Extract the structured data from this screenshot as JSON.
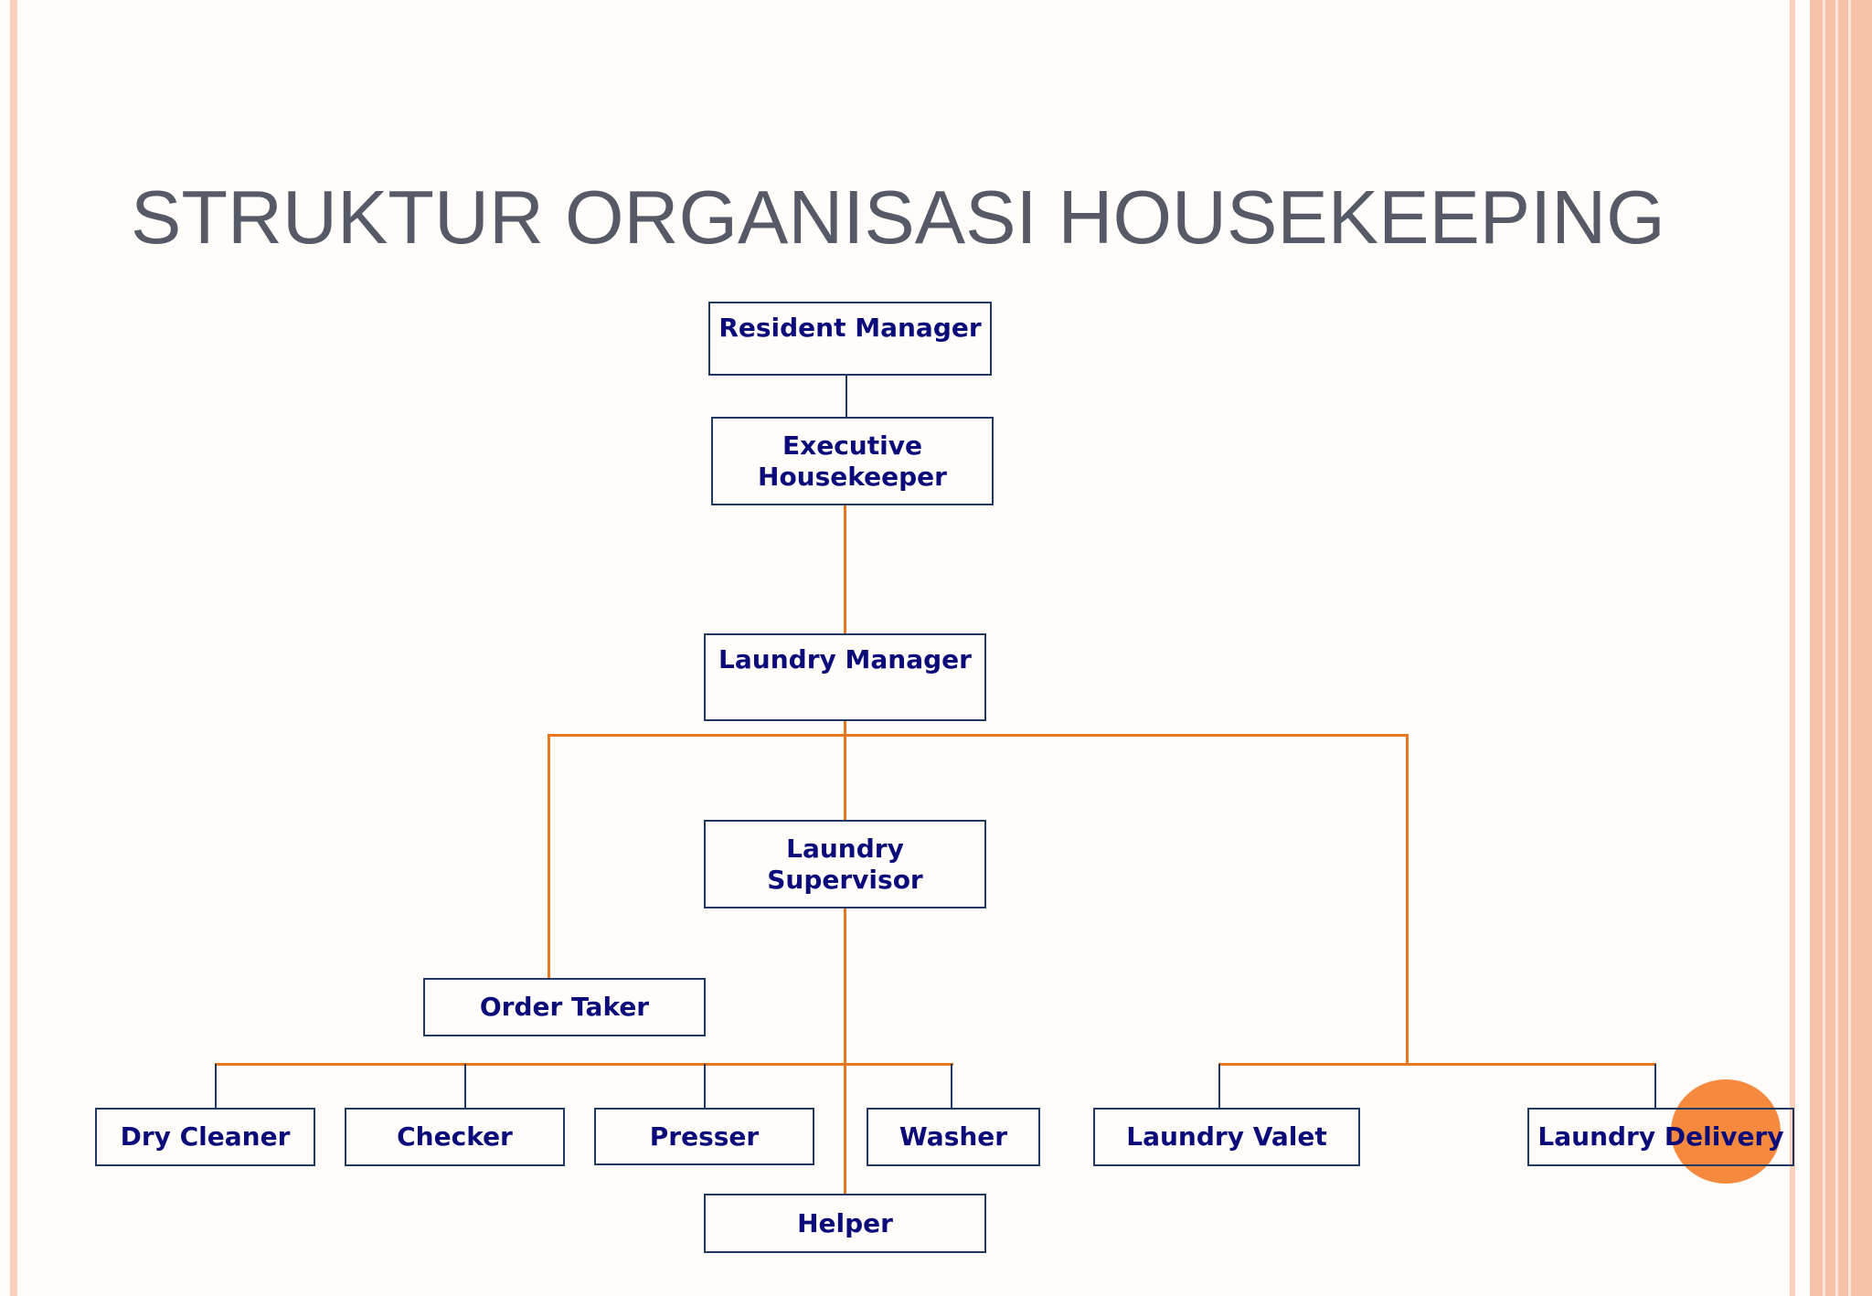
{
  "title": "STRUKTUR ORGANISASI HOUSEKEEPING",
  "colors": {
    "background": "#fffcfa",
    "title": "#555a66",
    "box_text": "#0b0b7a",
    "box_border": "#1f3864",
    "orange_connector": "#e8761e",
    "accent_blob": "#f58a3e",
    "stripe_light": "#fbd0bd",
    "stripe_dark": "#f5b89b"
  },
  "nodes": {
    "resident_manager": "Resident Manager",
    "executive_housekeeper_1": "Executive",
    "executive_housekeeper_2": "Housekeeper",
    "laundry_manager": "Laundry Manager",
    "laundry_supervisor_1": "Laundry",
    "laundry_supervisor_2": "Supervisor",
    "order_taker": "Order Taker",
    "dry_cleaner": "Dry Cleaner",
    "checker": "Checker",
    "presser": "Presser",
    "washer": "Washer",
    "helper": "Helper",
    "laundry_valet": "Laundry Valet",
    "laundry_delivery": "Laundry Delivery"
  }
}
